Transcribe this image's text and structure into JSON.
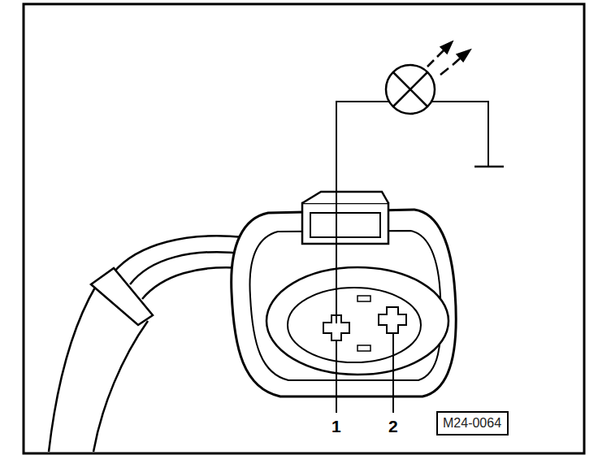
{
  "diagram": {
    "nodes": [
      {
        "text": [
          "M24-0064"
        ]
      }
    ],
    "labels": [
      "1",
      "2"
    ]
  }
}
